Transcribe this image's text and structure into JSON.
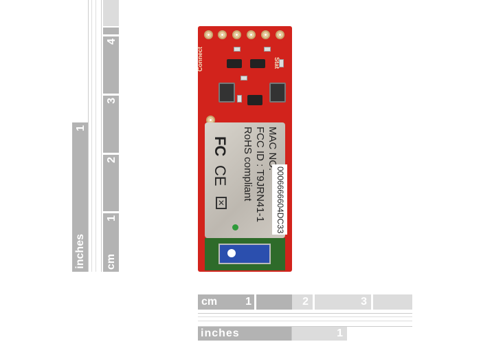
{
  "vertical_cm_ruler": {
    "unit": "cm",
    "marks": [
      "1",
      "2",
      "3",
      "4"
    ]
  },
  "vertical_inch_ruler": {
    "unit": "inches",
    "marks": [
      "1"
    ]
  },
  "horizontal_cm_ruler": {
    "unit": "cm",
    "marks": [
      "1",
      "2",
      "3"
    ]
  },
  "horizontal_inch_ruler": {
    "unit": "inches",
    "marks": [
      "1"
    ]
  },
  "board": {
    "silkscreen_connect": "Connect",
    "silkscreen_stat": "Stat",
    "module_lines": [
      "MAC NO.",
      "FCC ID : T9JRN41-1",
      "RoHS compliant"
    ],
    "fcc_logo": "FC",
    "ce_logo": "CE",
    "mac_label": "0006666604DC33"
  },
  "colors": {
    "pcb": "#d2231c",
    "ruler_dark": "#b3b3b3",
    "ruler_light": "#dcdcdc"
  }
}
